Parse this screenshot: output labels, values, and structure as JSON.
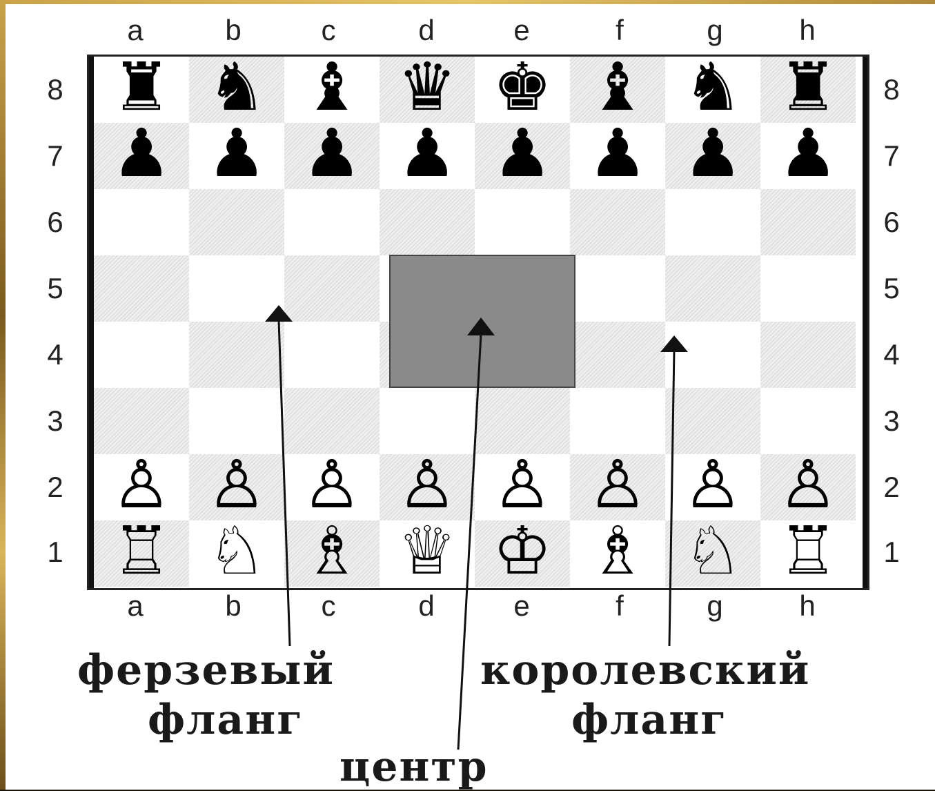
{
  "files": [
    "a",
    "b",
    "c",
    "d",
    "e",
    "f",
    "g",
    "h"
  ],
  "ranks": [
    "8",
    "7",
    "6",
    "5",
    "4",
    "3",
    "2",
    "1"
  ],
  "board": {
    "pieces": {
      "8": [
        "♜",
        "♞",
        "♝",
        "♛",
        "♚",
        "♝",
        "♞",
        "♜"
      ],
      "7": [
        "♟",
        "♟",
        "♟",
        "♟",
        "♟",
        "♟",
        "♟",
        "♟"
      ],
      "2": [
        "♙",
        "♙",
        "♙",
        "♙",
        "♙",
        "♙",
        "♙",
        "♙"
      ],
      "1": [
        "♖",
        "♘",
        "♗",
        "♕",
        "♔",
        "♗",
        "♘",
        "♖"
      ]
    },
    "highlight_squares": [
      "d4",
      "e4",
      "d5",
      "e5"
    ],
    "highlight_color": "#8a8a8a"
  },
  "labels": {
    "queenside_line1": "ферзевый",
    "queenside_line2": "фланг",
    "kingside_line1": "королевский",
    "kingside_line2": "фланг",
    "center": "центр"
  },
  "colors": {
    "frame_gold": "#c9a24a",
    "background": "#ffffff",
    "text": "#1a1a1a"
  }
}
